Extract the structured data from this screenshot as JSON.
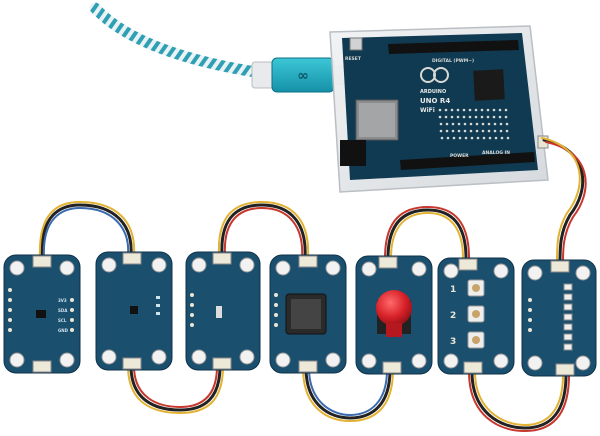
{
  "board": {
    "logo_text": "ARDUINO",
    "model": "UNO R4",
    "variant": "WiFi",
    "reset_label": "RESET",
    "digital_label": "DIGITAL (PWM~)",
    "power_label": "POWER",
    "analog_label": "ANALOG IN",
    "usb_logo": "∞"
  },
  "modules": {
    "button_numbers": [
      "1",
      "2",
      "3"
    ],
    "pin_labels": [
      "3V3",
      "SDA",
      "SCL",
      "GND"
    ]
  },
  "colors": {
    "background": "#ffffff",
    "board_blue": "#0f3a52",
    "module_blue": "#1b4f6e",
    "teal": "#2aa6ad",
    "red_button": "#d62027",
    "wire_red": "#c8372d",
    "wire_yellow": "#e2b233",
    "wire_black": "#222222",
    "wire_blue": "#3a6ab0"
  }
}
